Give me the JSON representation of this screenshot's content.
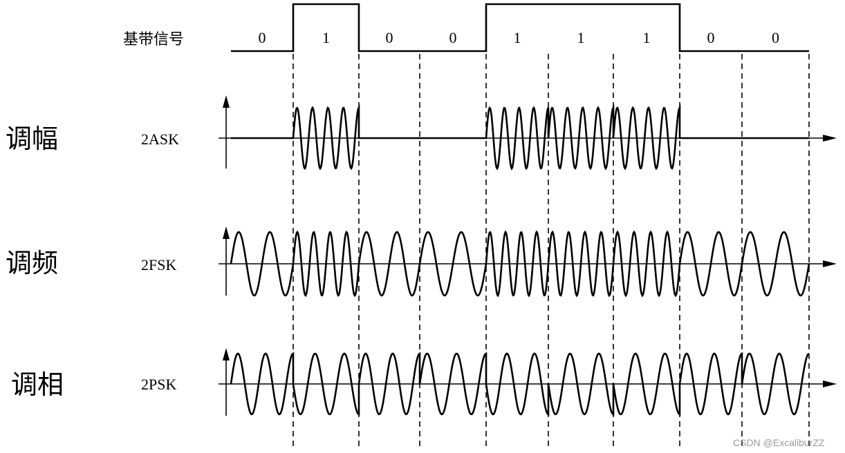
{
  "baseband": {
    "label": "基带信号",
    "bits": [
      "0",
      "1",
      "0",
      "0",
      "1",
      "1",
      "1",
      "0",
      "0"
    ]
  },
  "rows": [
    {
      "id": "ask",
      "category": "调幅",
      "signal": "2ASK"
    },
    {
      "id": "fsk",
      "category": "调频",
      "signal": "2FSK"
    },
    {
      "id": "psk",
      "category": "调相",
      "signal": "2PSK"
    }
  ],
  "watermark": "CSDN @ExcaliburZZ"
}
